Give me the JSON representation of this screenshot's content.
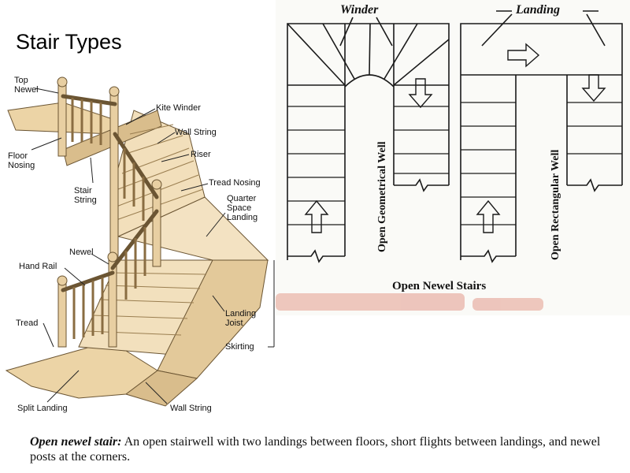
{
  "title": "Stair Types",
  "stair_labels": {
    "top_newel": "Top\nNewel",
    "kite_winder": "Kite Winder",
    "wall_string_top": "Wall String",
    "riser": "Riser",
    "floor_nosing": "Floor\nNosing",
    "tread_nosing": "Tread Nosing",
    "stair_string": "Stair\nString",
    "quarter_space_landing": "Quarter\nSpace\nLanding",
    "newel": "Newel",
    "hand_rail": "Hand Rail",
    "landing_joist": "Landing\nJoist",
    "tread": "Tread",
    "skirting": "Skirting",
    "split_landing": "Split Landing",
    "wall_string_bottom": "Wall String"
  },
  "plan": {
    "winder": "Winder",
    "landing": "Landing",
    "geometrical_well": "Open Geometrical Well",
    "rectangular_well": "Open Rectangular Well",
    "caption": "Open Newel Stairs"
  },
  "caption": {
    "term": "Open newel stair:",
    "text": " An open stairwell with two landings between floors, short flights between landings, and newel posts at the corners."
  },
  "colors": {
    "wood": "#f0dcb4",
    "wood_dark": "#d9bd8c",
    "line": "#333333"
  }
}
